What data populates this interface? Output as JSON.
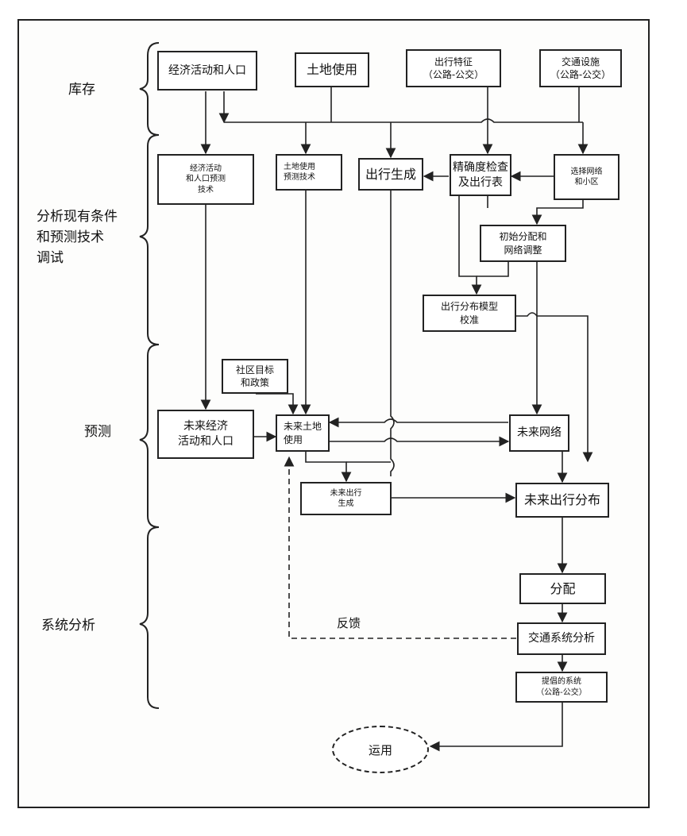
{
  "stages": {
    "inventory": "库存",
    "analysis": "分析现有条件\n和预测技术\n调试",
    "forecast": "预测",
    "system_analysis": "系统分析"
  },
  "boxes": {
    "econ_population": "经济活动和人口",
    "land_use": "土地使用",
    "travel_characteristics": "出行特征\n（公路-公交）",
    "transport_facilities": "交通设施\n（公路-公交）",
    "econ_forecast_tech": "经济活动\n和人口预测\n技术",
    "land_use_forecast_tech": "土地使用\n预测技术",
    "trip_generation": "出行生成",
    "accuracy_check": "精确度检查\n及出行表",
    "select_network_zones": "选择网络\n和小区",
    "initial_assignment": "初始分配和\n网络调整",
    "trip_distribution_calibration": "出行分布模型\n校准",
    "community_goals": "社区目标\n和政策",
    "future_econ_population": "未来经济\n活动和人口",
    "future_land_use": "未来土地\n使用",
    "future_network": "未来网络",
    "future_trip_generation": "未来出行\n生成",
    "future_trip_distribution": "未来出行分布",
    "assignment": "分配",
    "transport_system_analysis": "交通系统分析",
    "recommended_system": "提倡的系统\n（公路-公交）",
    "operation": "运用"
  },
  "feedback_label": "反馈"
}
